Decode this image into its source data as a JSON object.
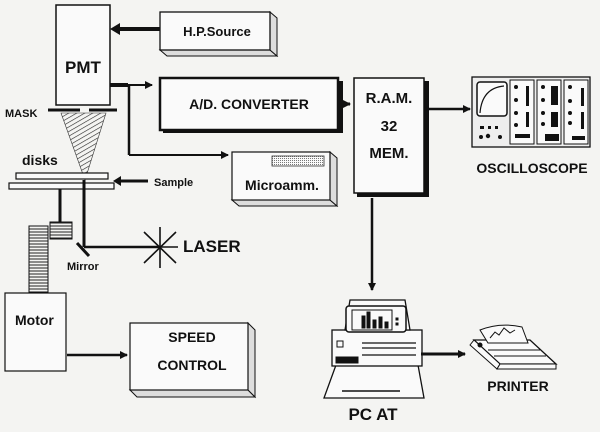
{
  "diagram": {
    "blocks": {
      "pmt": "PMT",
      "hp_source": "H.P.Source",
      "ad_converter": "A/D. CONVERTER",
      "ram_line1": "R.A.M.",
      "ram_line2": "32",
      "ram_line3": "MEM.",
      "microammeter": "Microamm.",
      "motor": "Motor",
      "speed_line1": "SPEED",
      "speed_line2": "CONTROL"
    },
    "labels": {
      "mask": "MASK",
      "disks": "disks",
      "sample": "Sample",
      "mirror": "Mirror",
      "laser": "LASER",
      "oscilloscope": "OSCILLOSCOPE",
      "pc": "PC AT",
      "printer": "PRINTER"
    },
    "connections": [
      {
        "from": "H.P.Source",
        "to": "PMT"
      },
      {
        "from": "PMT",
        "to": "A/D. CONVERTER"
      },
      {
        "from": "PMT",
        "to": "Microamm."
      },
      {
        "from": "A/D. CONVERTER",
        "to": "R.A.M. 32 MEM."
      },
      {
        "from": "R.A.M. 32 MEM.",
        "to": "OSCILLOSCOPE"
      },
      {
        "from": "R.A.M. 32 MEM.",
        "to": "PC AT"
      },
      {
        "from": "PC AT",
        "to": "PRINTER"
      },
      {
        "from": "Motor",
        "to": "SPEED CONTROL"
      },
      {
        "from": "LASER",
        "to": "Mirror"
      },
      {
        "from": "Sample",
        "to": "disks"
      }
    ]
  }
}
